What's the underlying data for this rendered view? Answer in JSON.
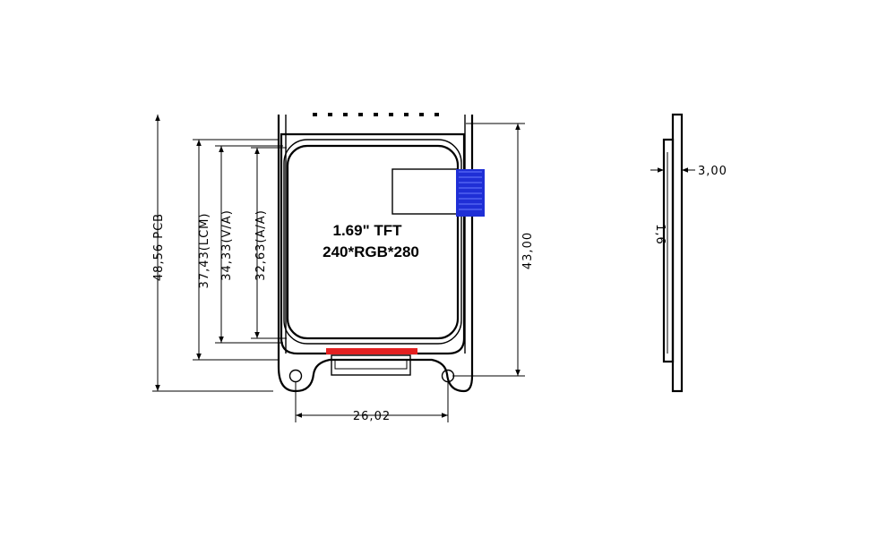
{
  "product": {
    "line1": "1.69\" TFT",
    "line2": "240*RGB*280"
  },
  "dimensions": {
    "pcb_height": "48,56 PCB",
    "lcm_height": "37,43(LCM)",
    "va_height": "34,33(V/A)",
    "aa_height": "32,63(A/A)",
    "module_height": "43,00",
    "hole_spacing": "26,02",
    "side_thickness": "3,00",
    "side_small": "1,6"
  },
  "colors": {
    "fpc": "#1f2fd6",
    "connector": "#e32020",
    "lines": "#000000"
  }
}
